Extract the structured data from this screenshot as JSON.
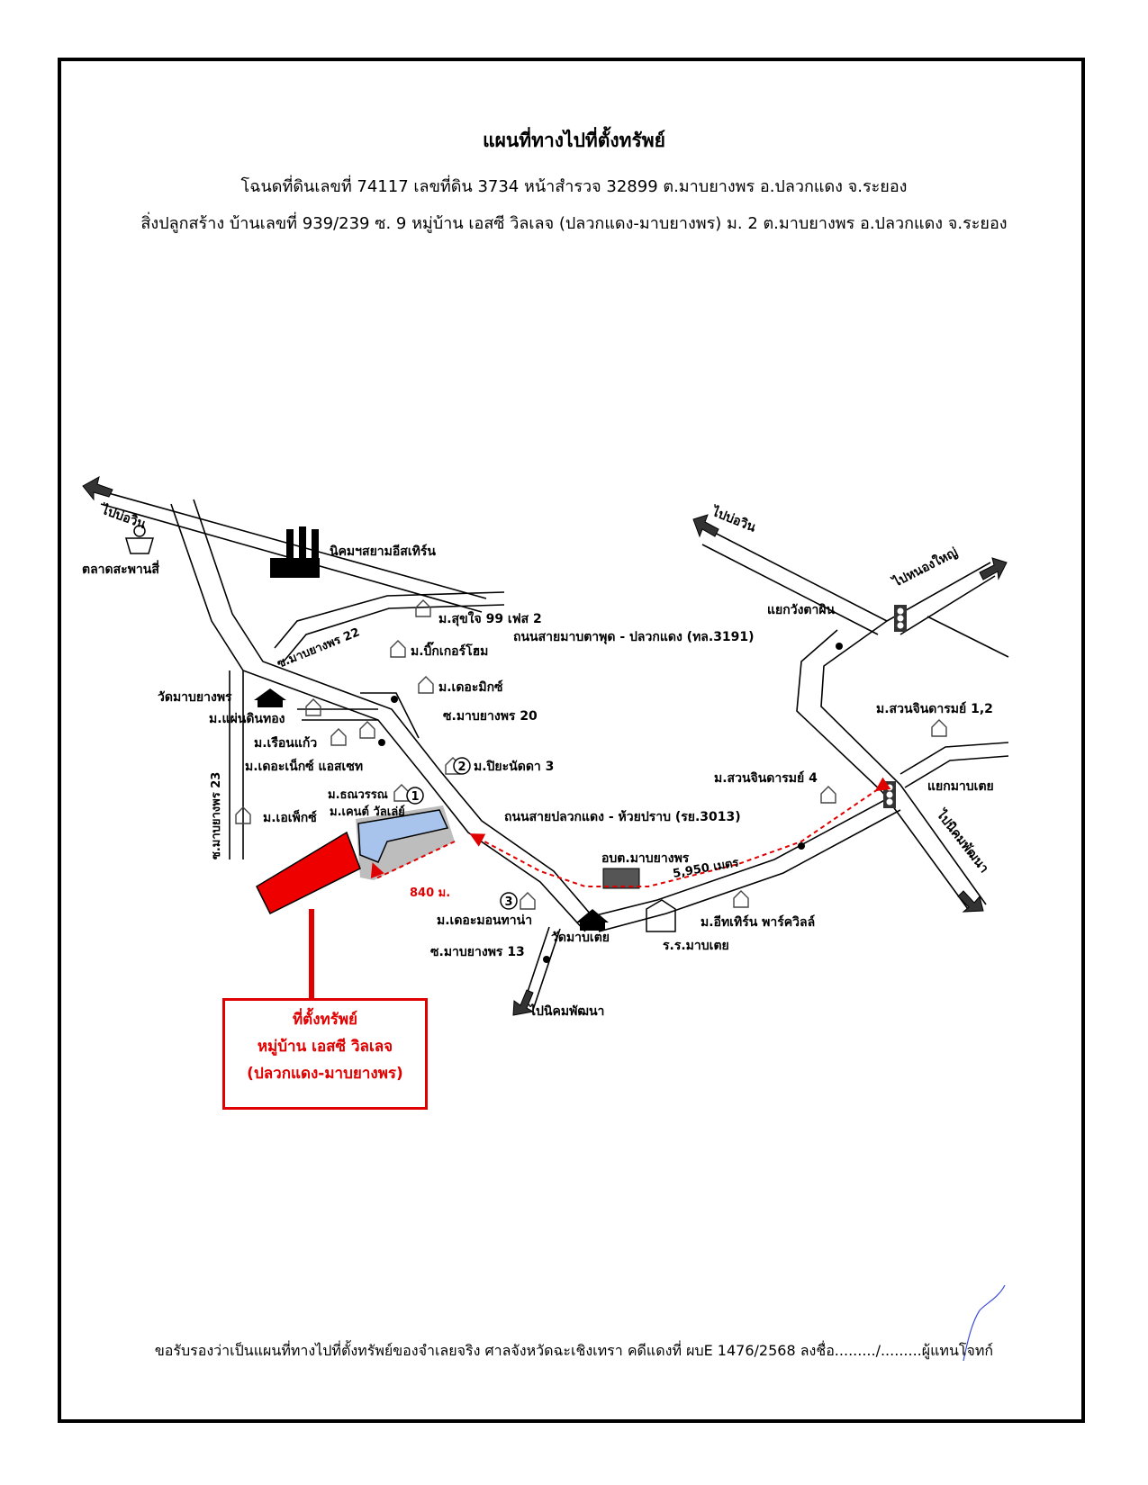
{
  "header": {
    "title": "แผนที่ทางไปที่ตั้งทรัพย์",
    "line1": "โฉนดที่ดินเลขที่ 74117 เลขที่ดิน 3734 หน้าสำรวจ 32899 ต.มาบยางพร อ.ปลวกแดง จ.ระยอง",
    "line2": "สิ่งปลูกสร้าง บ้านเลขที่ 939/239 ซ. 9 หมู่บ้าน เอสซี วิลเลจ (ปลวกแดง-มาบยางพร) ม. 2 ต.มาบยางพร อ.ปลวกแดง จ.ระยอง"
  },
  "map": {
    "directions": {
      "to_bowin_left": "ไปบ่อวิน",
      "to_bowin_right": "ไปบ่อวิน",
      "to_nongyai": "ไปหนองใหญ่",
      "to_nikhom_right": "ไปนิคมพัฒนา",
      "to_nikhom_bottom": "ไปนิคมพัฒนา"
    },
    "landmarks": {
      "market": "ตลาดสะพานสี่",
      "industrial_estate": "นิคมฯสยามอีสเทิร์น",
      "wat_mabyangphon": "วัดมาบยางพร",
      "wat_mabtoei": "วัดมาบเตย",
      "school": "ร.ร.มาบเตย",
      "sao": "อบต.มาบยางพร"
    },
    "villages": {
      "sukjai": "ม.สุขใจ 99 เฟส 2",
      "biggerhome": "ม.บิ๊กเกอร์โฮม",
      "themix": "ม.เดอะมิกซ์",
      "phaendinthong": "ม.แผ่นดินทอง",
      "rueankaew": "ม.เรือนแก้ว",
      "thenext": "ม.เดอะเน็กซ์ แอสเซท",
      "piyanatda": "ม.ปิยะนัดดา 3",
      "thanawan": "ม.ธณวรรณ",
      "kent": "ม.เคนต์ วัลเล่ย์",
      "aphex": "ม.เอเพ็กซ์",
      "themonthana": "ม.เดอะมอนทาน่า",
      "eastern_parkville": "ม.อีทเทิร์น พาร์ควิลล์",
      "suanjindarom4": "ม.สวนจินดารมย์ 4",
      "suanjindarom12": "ม.สวนจินดารมย์ 1,2"
    },
    "roads": {
      "soi22": "ซ.มาบยางพร 22",
      "soi20": "ซ.มาบยางพร 20",
      "soi23": "ซ.มาบยางพร 23",
      "soi13": "ซ.มาบยางพร 13",
      "road3191": "ถนนสายมาบตาพุด - ปลวกแดง (ทล.3191)",
      "road3013": "ถนนสายปลวกแดง - ห้วยปราบ (รย.3013)"
    },
    "junctions": {
      "wangtaphin": "แยกวังตาผิน",
      "mabtoei": "แยกมาบเตย"
    },
    "distances": {
      "main": "5,950 เมตร",
      "soi": "840 ม."
    },
    "markers": {
      "m1": "1",
      "m2": "2",
      "m3": "3"
    },
    "colors": {
      "route": "#e00000",
      "property": "#ee0000",
      "village_block": "#a8c4ec",
      "road": "#000000"
    }
  },
  "property_label": {
    "line1": "ที่ตั้งทรัพย์",
    "line2": "หมู่บ้าน เอสซี วิลเลจ",
    "line3": "(ปลวกแดง-มาบยางพร)"
  },
  "certification": "ขอรับรองว่าเป็นแผนที่ทางไปที่ตั้งทรัพย์ของจำเลยจริง ศาลจังหวัดฉะเชิงเทรา คดีแดงที่ ผบE 1476/2568 ลงชื่อ........./.........ผู้แทนโจทก์"
}
